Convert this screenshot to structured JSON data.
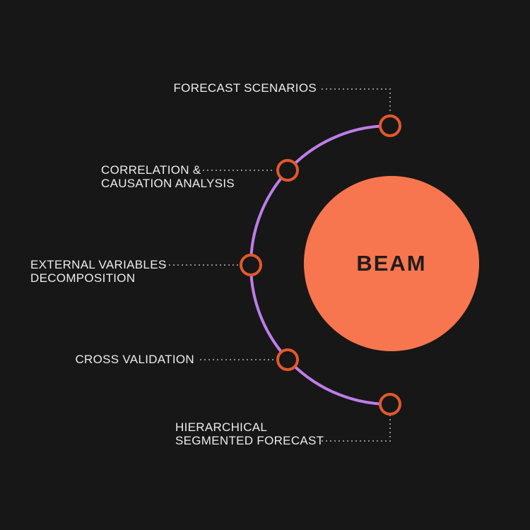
{
  "diagram": {
    "center": {
      "label": "BEAM"
    },
    "nodes": [
      {
        "id": "forecast-scenarios",
        "lines": [
          "FORECAST SCENARIOS",
          ""
        ]
      },
      {
        "id": "correlation-causation-analysis",
        "lines": [
          "CORRELATION &",
          "CAUSATION ANALYSIS"
        ]
      },
      {
        "id": "external-variables-decomposition",
        "lines": [
          "EXTERNAL VARIABLES",
          "DECOMPOSITION"
        ]
      },
      {
        "id": "cross-validation",
        "lines": [
          "CROSS VALIDATION",
          ""
        ]
      },
      {
        "id": "hierarchical-segmented-forecast",
        "lines": [
          "HIERARCHICAL",
          "SEGMENTED FORECAST"
        ]
      }
    ],
    "colors": {
      "background": "#171717",
      "center_circle": "#F8764F",
      "center_text": "#1F1D1D",
      "node_ring": "#E2582D",
      "node_fill": "#171717",
      "arc": "#BE7DE9",
      "connector_dots": "#8D8D8D",
      "label_text": "#ECECEC"
    }
  }
}
